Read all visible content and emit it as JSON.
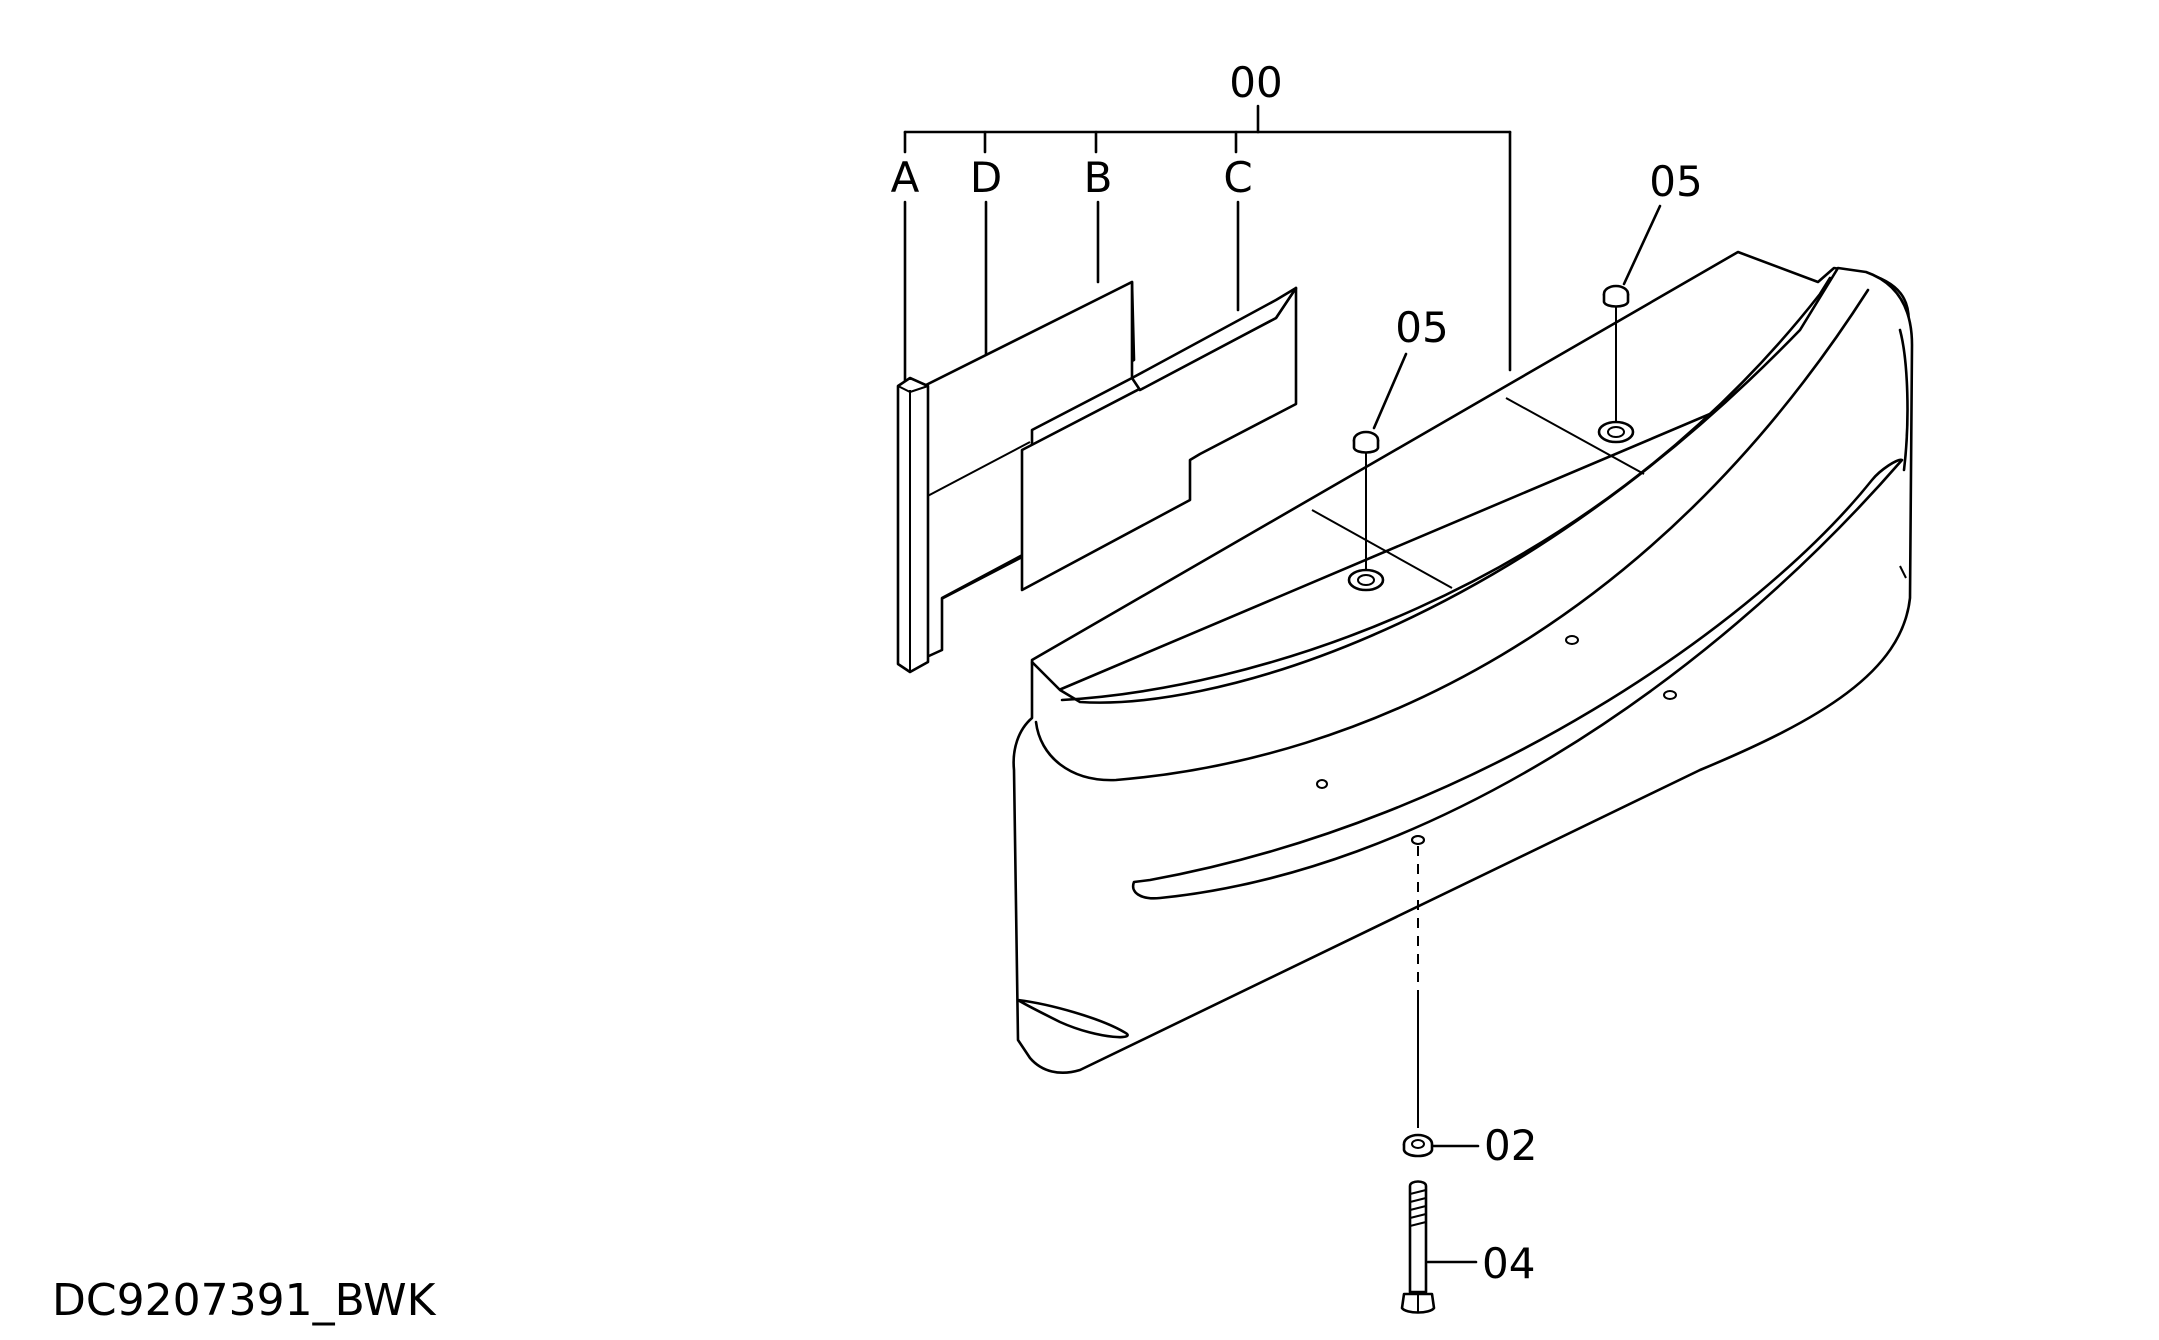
{
  "drawing": {
    "assembly_label": "00",
    "sub_labels": {
      "a": "A",
      "d": "D",
      "b": "B",
      "c": "C"
    },
    "part_labels": {
      "plug_left": "05",
      "plug_right": "05",
      "washer": "02",
      "bolt": "04"
    },
    "drawing_code": "DC9207391_BWK"
  }
}
